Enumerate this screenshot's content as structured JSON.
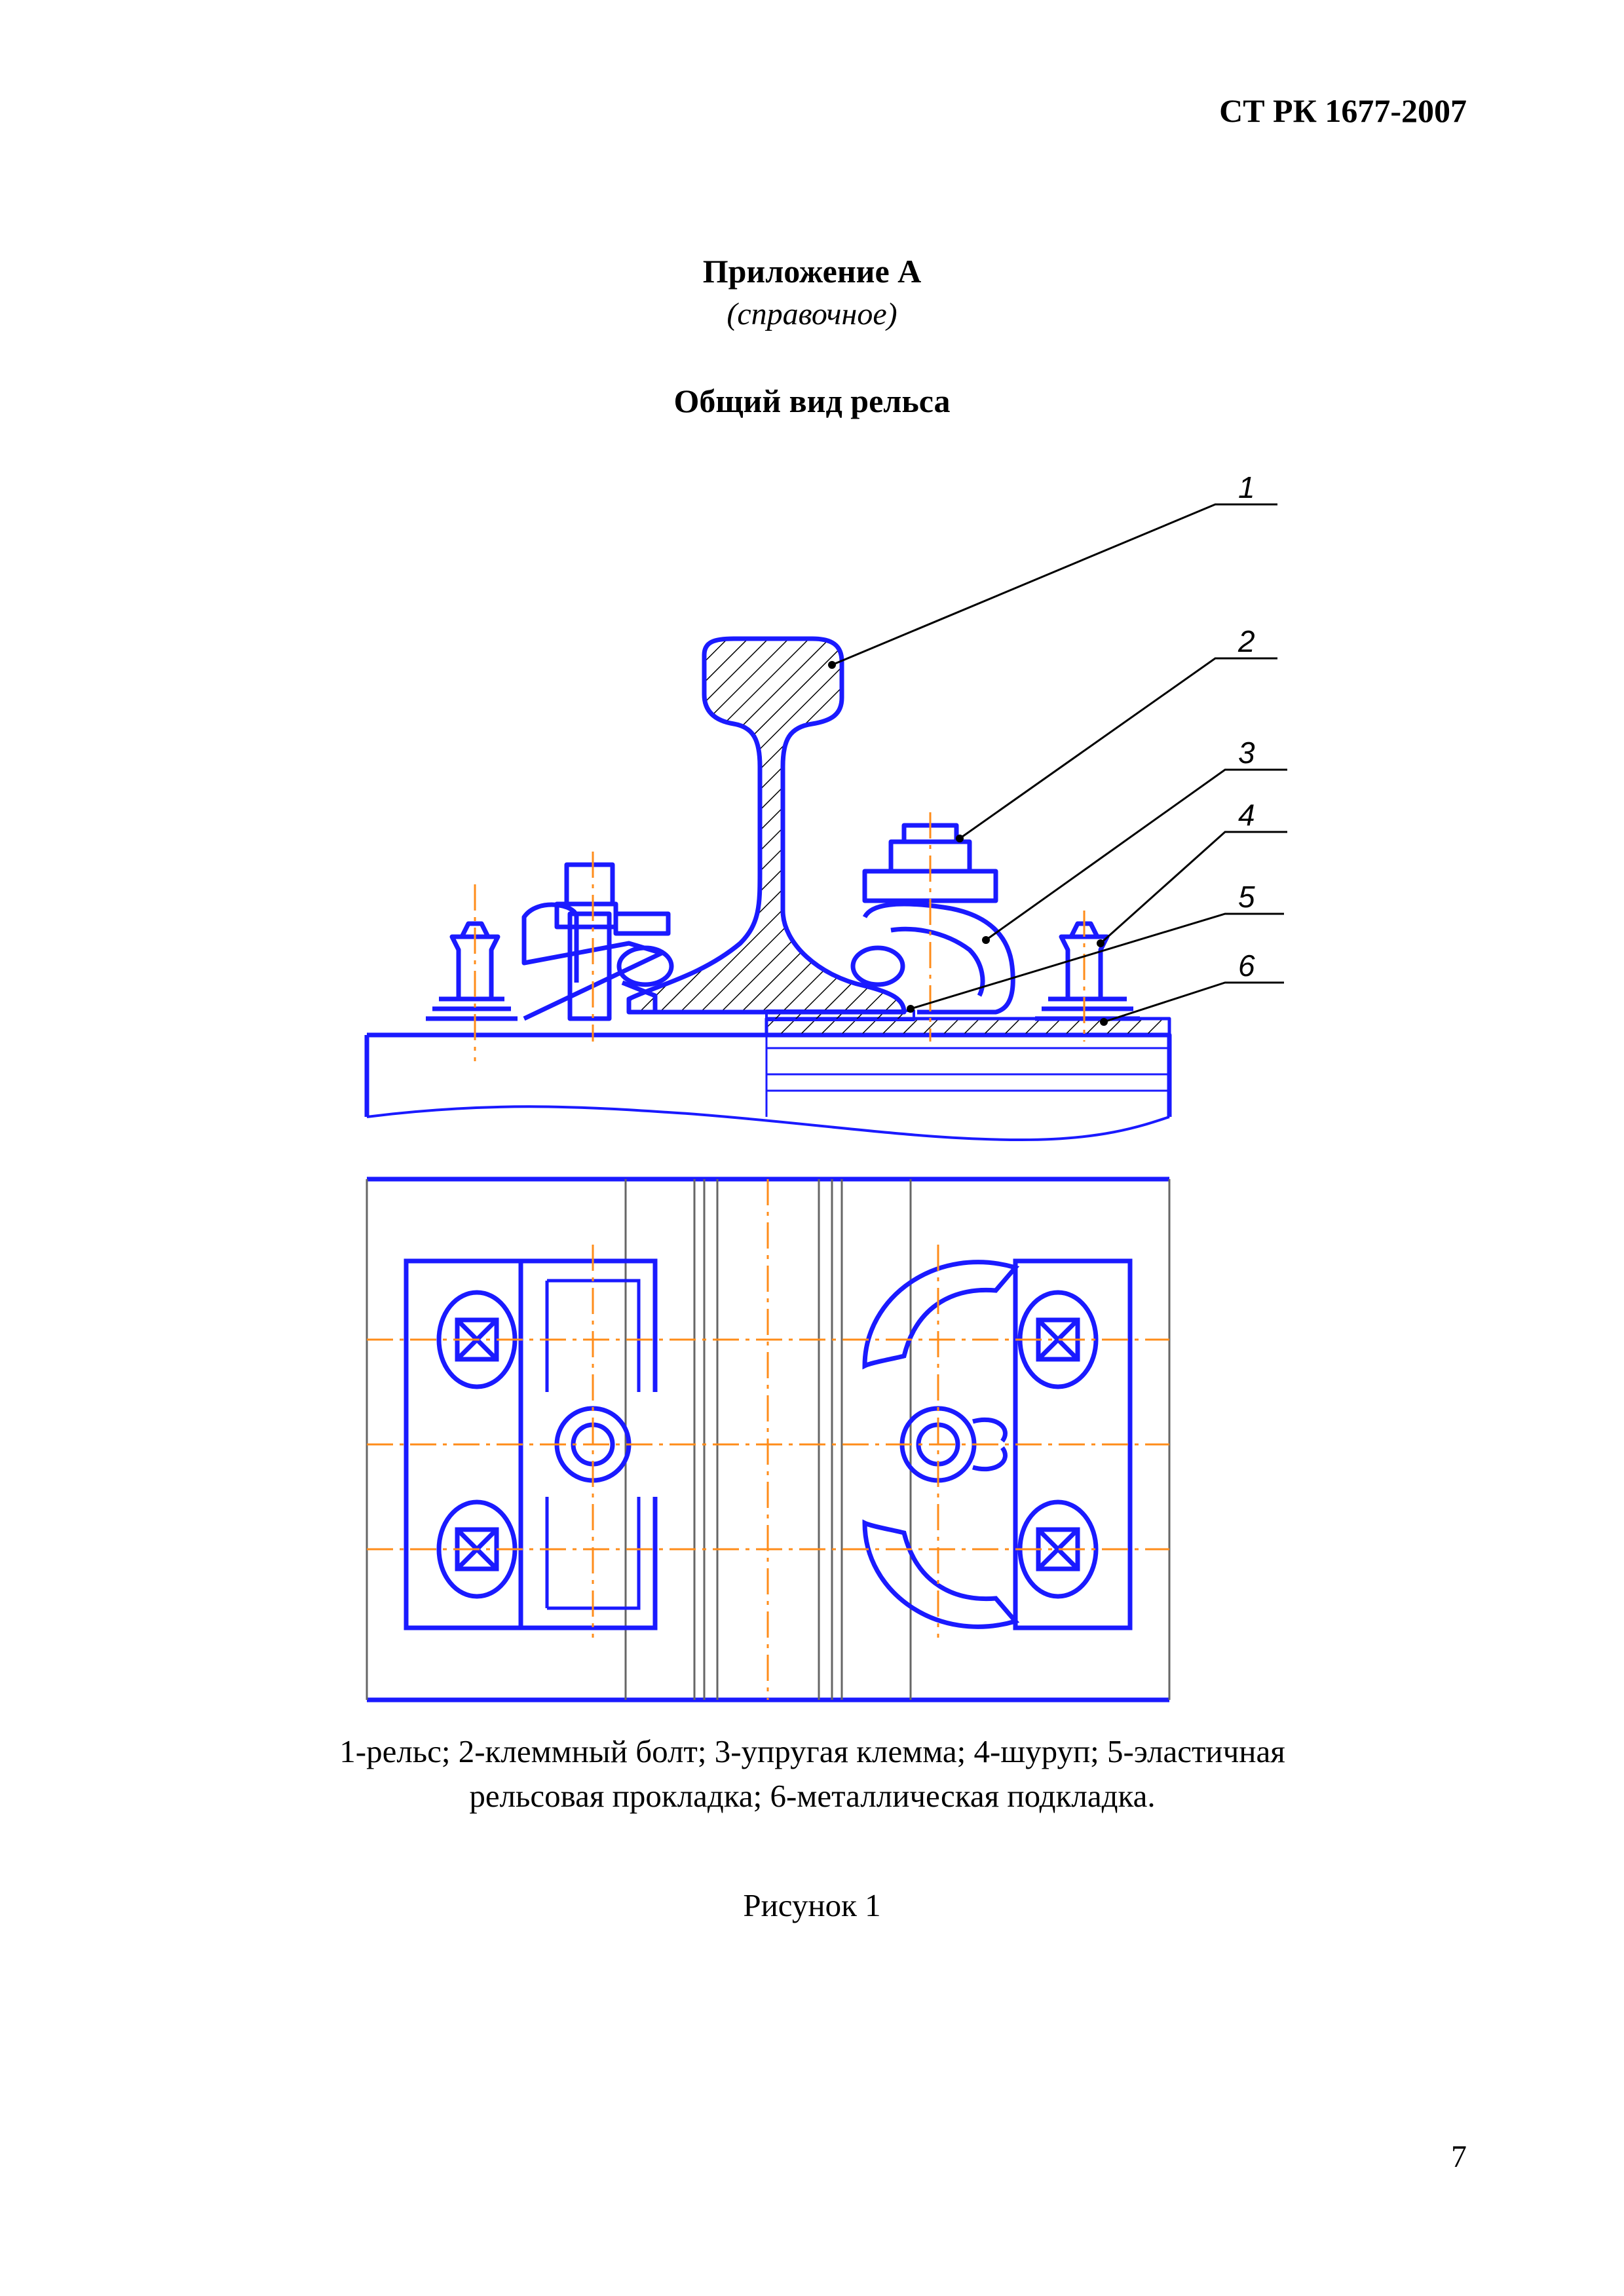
{
  "header": {
    "doc_code": "СТ РК 1677-2007"
  },
  "annex": {
    "title": "Приложение А",
    "subtitle": "(справочное)",
    "heading": "Общий вид рельса"
  },
  "figure": {
    "callouts": [
      "1",
      "2",
      "3",
      "4",
      "5",
      "6"
    ],
    "legend_line1": "1-рельс; 2-клеммный болт; 3-упругая клемма; 4-шуруп; 5-эластичная",
    "legend_line2": "рельсовая прокладка; 6-металлическая подкладка.",
    "label": "Рисунок 1",
    "colors": {
      "outline": "#1a1aff",
      "centerline": "#ff8c1a",
      "leader": "#000000"
    }
  },
  "footer": {
    "page_number": "7"
  }
}
